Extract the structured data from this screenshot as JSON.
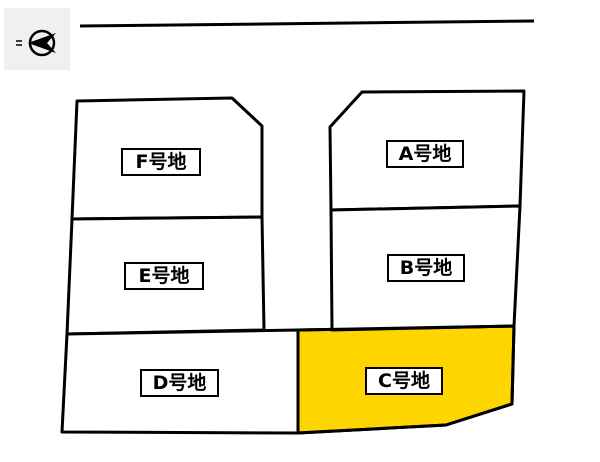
{
  "compass": {
    "icon": "north-arrow-icon"
  },
  "lots": {
    "F": {
      "label": "F号地"
    },
    "E": {
      "label": "E号地"
    },
    "D": {
      "label": "D号地"
    },
    "A": {
      "label": "A号地"
    },
    "B": {
      "label": "B号地"
    },
    "C": {
      "label": "C号地",
      "highlighted": true
    }
  },
  "colors": {
    "highlight": "#FFD500",
    "line": "#000000",
    "background": "#FFFFFF",
    "compass_bg": "#F0F0F0"
  }
}
